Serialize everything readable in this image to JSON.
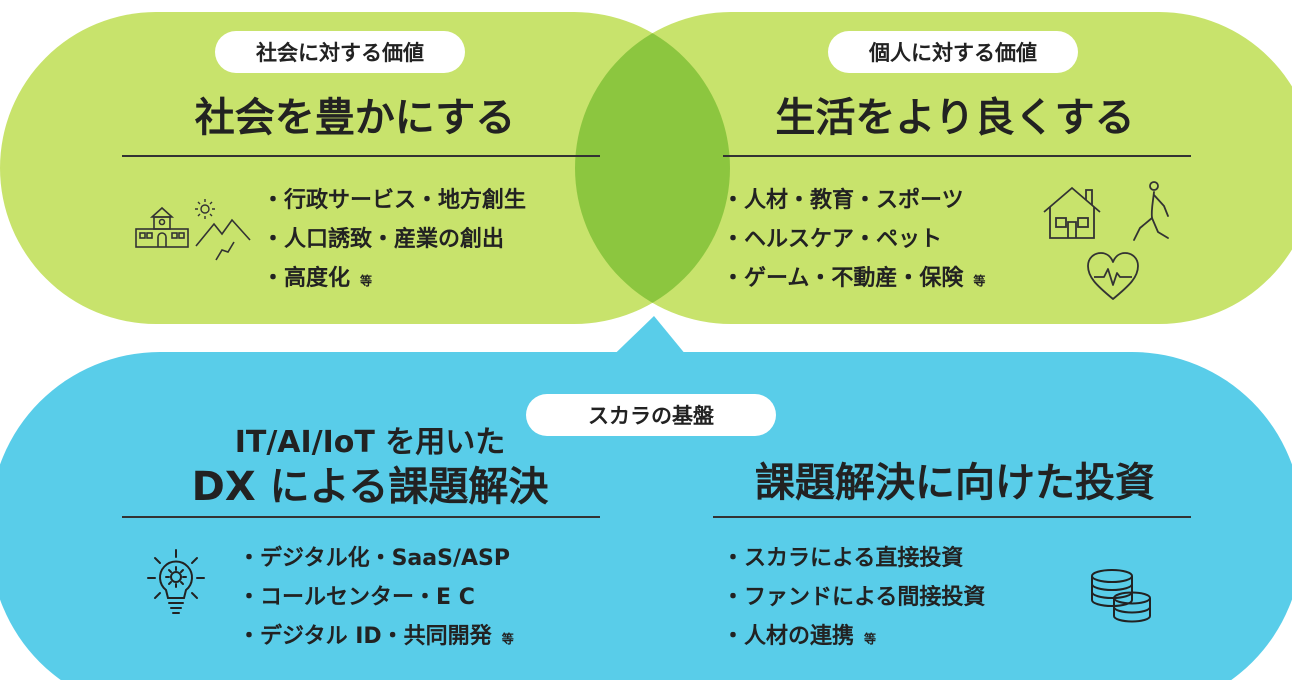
{
  "colors": {
    "green": "#c8e36c",
    "overlap": "#8cc63f",
    "blue": "#59cde9",
    "pill": "#ffffff",
    "text": "#222222"
  },
  "social": {
    "badge": "社会に対する価値",
    "title": "社会を豊かにする",
    "items": [
      "行政サービス・地方創生",
      "人口誘致・産業の創出",
      "高度化"
    ],
    "suffix": "等",
    "icons": [
      "school-icon",
      "sun-icon",
      "mountain-icon"
    ]
  },
  "personal": {
    "badge": "個人に対する価値",
    "title": "生活をより良くする",
    "items": [
      "人材・教育・スポーツ",
      "ヘルスケア・ペット",
      "ゲーム・不動産・保険"
    ],
    "suffix": "等",
    "icons": [
      "house-icon",
      "yoga-person-icon",
      "heart-pulse-icon"
    ]
  },
  "foundation": {
    "badge": "スカラの基盤",
    "left": {
      "title_line1": "IT/AI/IoT を用いた",
      "title_line2": "DX による課題解決",
      "items": [
        "デジタル化・SaaS/ASP",
        "コールセンター・E C",
        "デジタル ID・共同開発"
      ],
      "suffix": "等",
      "icons": [
        "lightbulb-gear-icon"
      ]
    },
    "right": {
      "title": "課題解決に向けた投資",
      "items": [
        "スカラによる直接投資",
        "ファンドによる間接投資",
        "人材の連携"
      ],
      "suffix": "等",
      "icons": [
        "coins-icon"
      ]
    }
  }
}
